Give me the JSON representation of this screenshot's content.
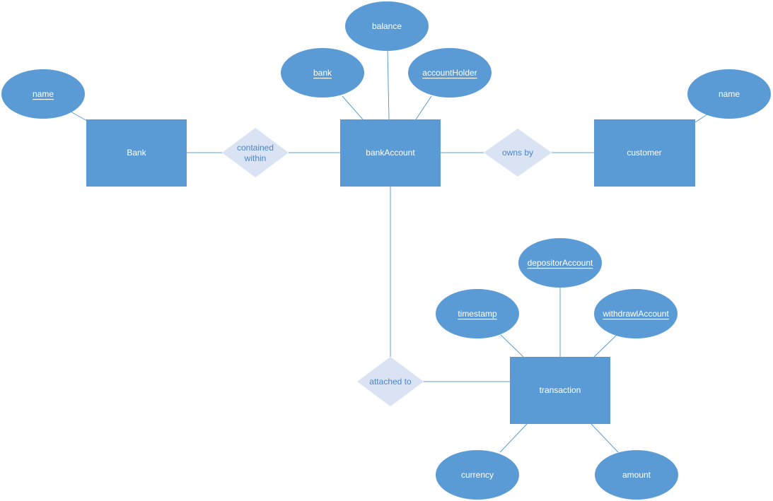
{
  "colors": {
    "entity": "#5b9bd5",
    "attribute": "#5b9bd5",
    "relationship": "#dae3f3",
    "connector": "#5b9bd5",
    "relationship_text": "#4a86c8",
    "shape_text": "#ffffff"
  },
  "entities": {
    "bank": "Bank",
    "bank_account": "bankAccount",
    "customer": "customer",
    "transaction": "transaction"
  },
  "relationships": {
    "contained_within_line1": "contained",
    "contained_within_line2": "within",
    "owns_by": "owns by",
    "attached_to": "attached to"
  },
  "attributes": {
    "bank_name": "name",
    "account_balance": "balance",
    "account_bank": "bank",
    "account_holder": "accountHolder",
    "customer_name": "name",
    "depositor_account": "depositorAccount",
    "timestamp": "timestamp",
    "withdrawl_account": "withdrawlAccount",
    "currency": "currency",
    "amount": "amount"
  }
}
